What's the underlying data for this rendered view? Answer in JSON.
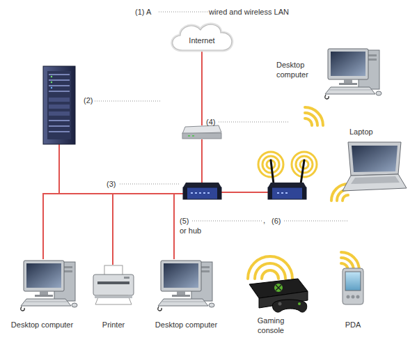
{
  "diagram": {
    "title": "(1) A",
    "nodes": [
      {
        "text": [
          "Internet"
        ]
      },
      {
        "text": [
          "Desktop computer"
        ]
      },
      {
        "text": [
          "(2)"
        ]
      },
      {
        "text": [
          "(4)"
        ]
      },
      {
        "text": [
          "Laptop"
        ]
      },
      {
        "text": [
          "(3)",
          "(5)",
          "or hub"
        ]
      },
      {
        "text": [
          "(6)"
        ]
      },
      {
        "text": [
          "Desktop computer"
        ]
      },
      {
        "text": [
          "Printer"
        ]
      },
      {
        "text": [
          "Desktop computer"
        ]
      },
      {
        "text": [
          "Gaming console"
        ]
      },
      {
        "text": [
          "PDA"
        ]
      }
    ],
    "edges": [
      {
        "from": 0,
        "to": 3,
        "arrow": "none"
      },
      {
        "from": 3,
        "to": 5,
        "arrow": "none"
      },
      {
        "from": 5,
        "to": 6,
        "arrow": "none"
      },
      {
        "from": 5,
        "to": 2,
        "arrow": "none"
      },
      {
        "from": 5,
        "to": 7,
        "arrow": "none"
      },
      {
        "from": 5,
        "to": 8,
        "arrow": "none"
      },
      {
        "from": 5,
        "to": 9,
        "arrow": "none"
      }
    ],
    "labels": [
      "wired and wireless LAN",
      ","
    ]
  }
}
